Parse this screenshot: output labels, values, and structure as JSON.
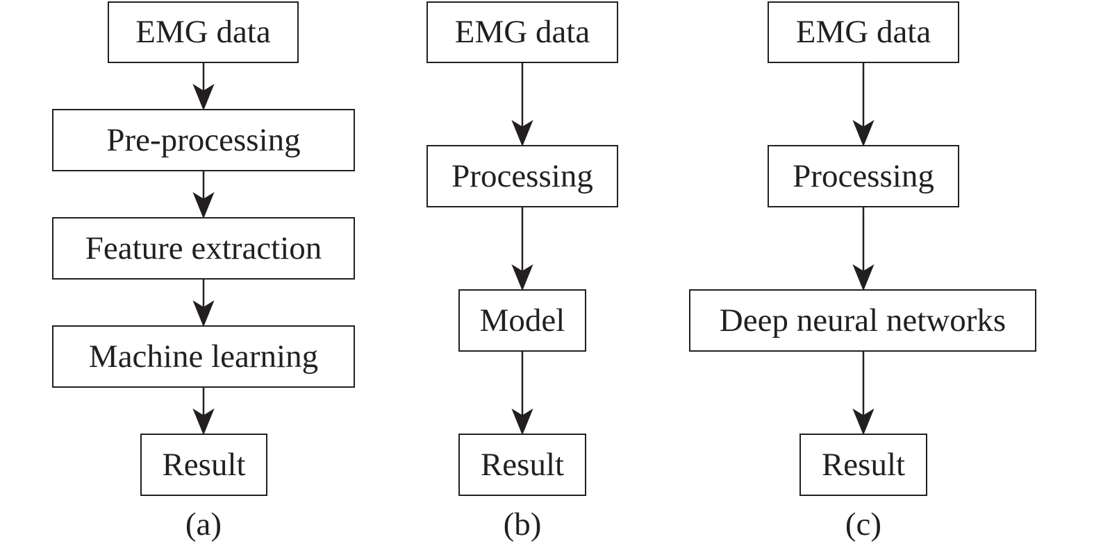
{
  "colors": {
    "stroke": "#231f20",
    "background": "#ffffff"
  },
  "panels": [
    {
      "caption": "(a)",
      "steps": [
        "EMG data",
        "Pre-processing",
        "Feature extraction",
        "Machine learning",
        "Result"
      ]
    },
    {
      "caption": "(b)",
      "steps": [
        "EMG data",
        "Processing",
        "Model",
        "Result"
      ]
    },
    {
      "caption": "(c)",
      "steps": [
        "EMG data",
        "Processing",
        "Deep neural networks",
        "Result"
      ]
    }
  ]
}
